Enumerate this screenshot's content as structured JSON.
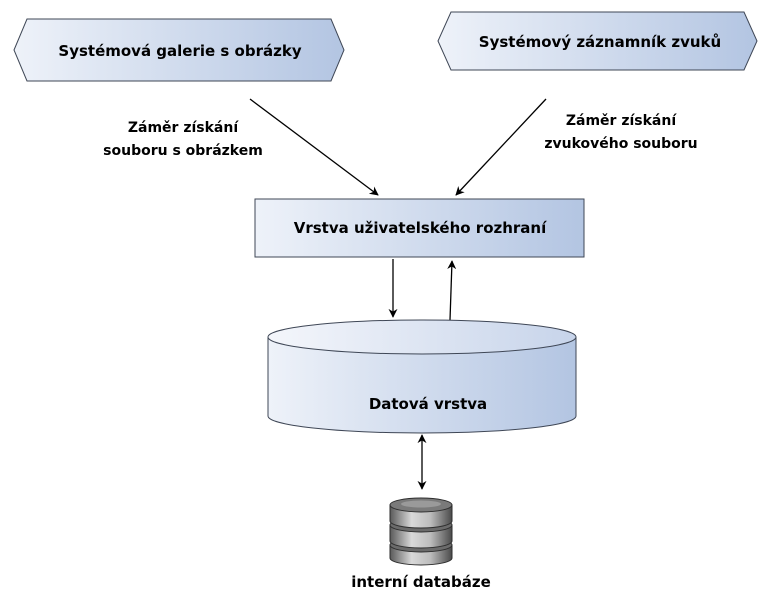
{
  "nodes": {
    "gallery": "Systémová galerie s obrázky",
    "recorder": "Systémový záznamník zvuků",
    "ui_layer": "Vrstva uživatelského rozhraní",
    "data_layer": "Datová vrstva",
    "internal_db": "interní databáze"
  },
  "edges": {
    "image_intent_line1": "Záměr získání",
    "image_intent_line2": "souboru s obrázkem",
    "audio_intent_line1": "Záměr získání",
    "audio_intent_line2": "zvukového souboru"
  },
  "colors": {
    "box_fill_start": "#eef2f9",
    "box_fill_end": "#b5c7e3",
    "stroke": "#3f4756",
    "arrow": "#000000"
  }
}
